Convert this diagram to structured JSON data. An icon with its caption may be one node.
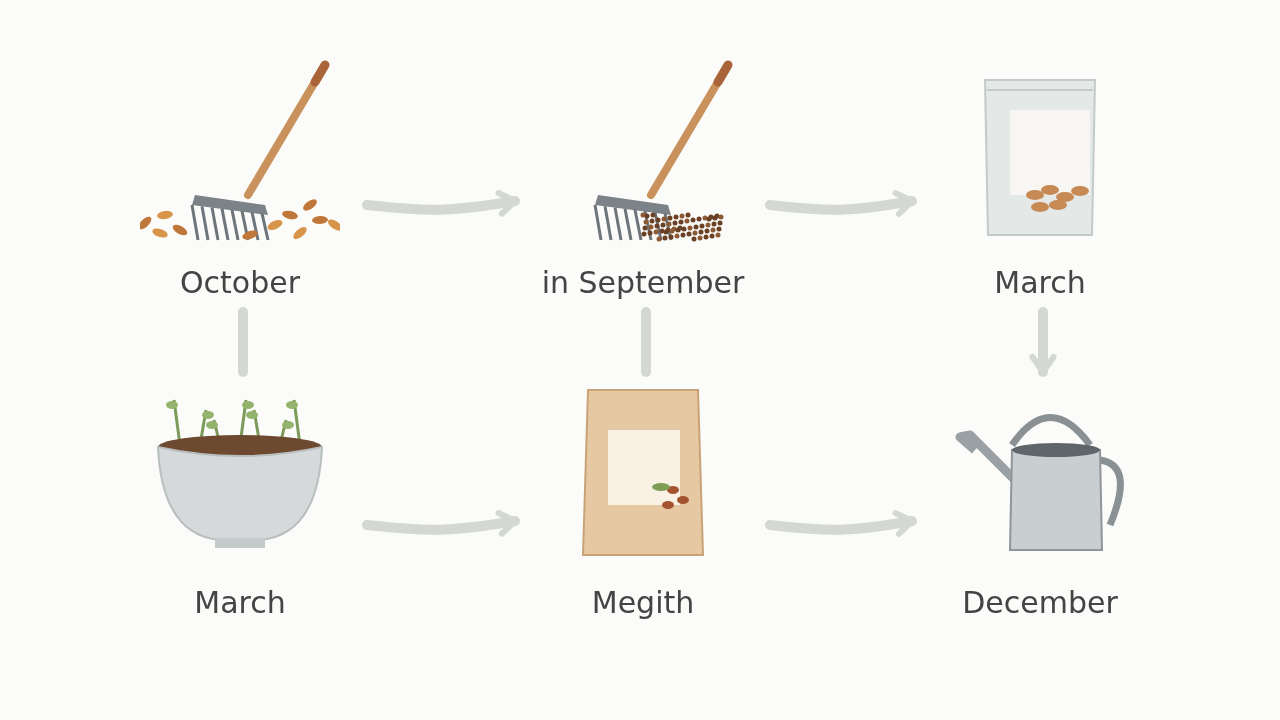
{
  "diagram": {
    "nodes": [
      {
        "text": [
          "October"
        ]
      },
      {
        "text": [
          "in September"
        ]
      },
      {
        "text": [
          "March"
        ]
      },
      {
        "text": [
          "March"
        ]
      },
      {
        "text": [
          "Megith"
        ]
      },
      {
        "text": [
          "December"
        ]
      }
    ],
    "edges": [
      {
        "from": 0,
        "to": 1,
        "arrow": "to"
      },
      {
        "from": 1,
        "to": 2,
        "arrow": "to"
      },
      {
        "from": 0,
        "to": 3,
        "arrow": "none"
      },
      {
        "from": 1,
        "to": 4,
        "arrow": "none"
      },
      {
        "from": 2,
        "to": 5,
        "arrow": "to"
      },
      {
        "from": 3,
        "to": 4,
        "arrow": "to"
      },
      {
        "from": 4,
        "to": 5,
        "arrow": "to"
      }
    ]
  }
}
